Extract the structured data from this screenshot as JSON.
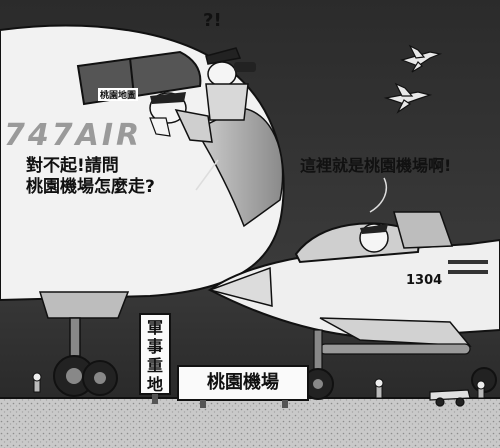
{
  "scene": {
    "tail_marking": "747AIR",
    "cockpit_map_label": "桃園地圖",
    "pilot_exclamation": "?!",
    "apology_bubble": {
      "lines": [
        "對不起!請問",
        "桃園機場怎麼走?"
      ]
    },
    "reply_bubble": "這裡就是桃園機場啊!",
    "jet_number": "1304",
    "airport_sign": "桃園機場",
    "military_sign": {
      "chars": [
        "軍",
        "事",
        "重",
        "地"
      ]
    }
  }
}
